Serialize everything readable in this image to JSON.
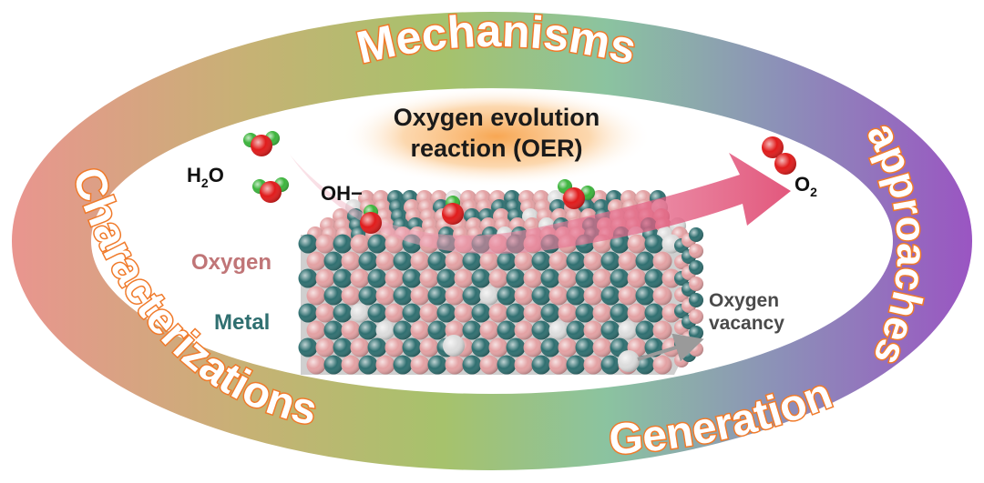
{
  "ring": {
    "top": "Mechanisms",
    "left": "Characterizations",
    "bottom_right": "Generation",
    "right": "approaches"
  },
  "reaction": {
    "line1": "Oxygen evolution",
    "line2": "reaction (OER)"
  },
  "species": {
    "h2o_main": "H",
    "h2o_sub": "2",
    "h2o_tail": "O",
    "oh": "OH−",
    "o2_main": "O",
    "o2_sub": "2"
  },
  "legend": {
    "oxygen": "Oxygen",
    "metal": "Metal",
    "vacancy_line1": "Oxygen",
    "vacancy_line2": "vacancy"
  },
  "colors": {
    "oxygen_atom": "#e3a1a3",
    "metal_atom": "#2f6f70",
    "vacancy_atom": "#dcdcdc",
    "molecule_oxygen": "#e01b1b",
    "molecule_hydrogen": "#3cb43c",
    "label_oxygen": "#c07577",
    "label_metal": "#2f6f70",
    "label_vacancy": "#4a4a4a",
    "ring_outline": "#f07a2a",
    "arrow": "#e0456d"
  }
}
